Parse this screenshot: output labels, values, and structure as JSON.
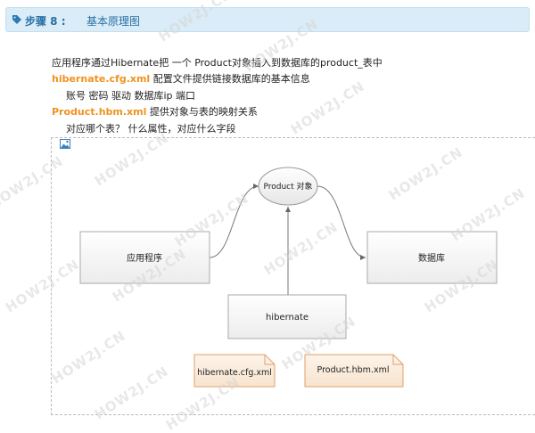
{
  "header": {
    "step_label": "步骤 8 :",
    "title": "基本原理图"
  },
  "intro": {
    "line1": "应用程序通过Hibernate把 一个 Product对象插入到数据库的product_表中",
    "cfg_file": "hibernate.cfg.xml",
    "cfg_desc": "配置文件提供链接数据库的基本信息",
    "line3": "账号 密码 驱动 数据库ip 端口",
    "hbm_file": "Product.hbm.xml",
    "hbm_desc": "提供对象与表的映射关系",
    "line5": "对应哪个表？ 什么属性，对应什么字段"
  },
  "diagram": {
    "app_label": "应用程序",
    "object_label": "Product 对象",
    "db_label": "数据库",
    "hibernate_label": "hibernate",
    "cfg_note": "hibernate.cfg.xml",
    "hbm_note": "Product.hbm.xml"
  },
  "watermark": "HOW2J.CN"
}
